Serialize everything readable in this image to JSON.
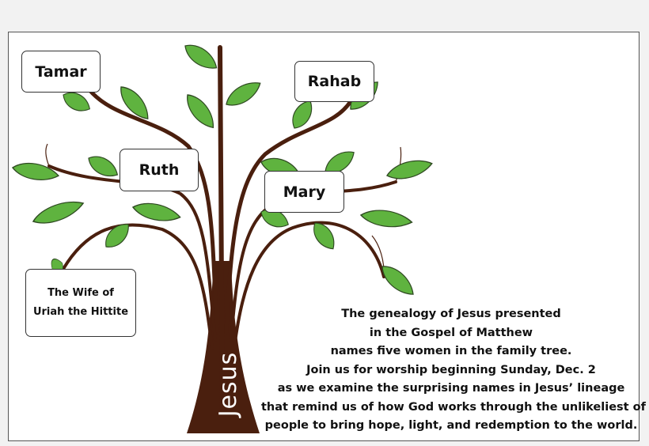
{
  "names": {
    "tamar": "Tamar",
    "rahab": "Rahab",
    "ruth": "Ruth",
    "mary": "Mary",
    "wife_line1": "The Wife of",
    "wife_line2": "Uriah the Hittite"
  },
  "trunk_label": "Jesus",
  "caption": [
    "The genealogy of Jesus presented",
    "in the Gospel of Matthew",
    "names five women in the family tree.",
    "Join us for worship beginning Sunday, Dec. 2",
    "as we examine the surprising names in Jesus’ lineage",
    "that remind us of how God works through the unlikeliest of",
    "people to bring hope, light, and redemption to the world."
  ],
  "colors": {
    "trunk": "#4a1f0e",
    "leaf": "#5fb33f",
    "leaf_outline": "#2f4a22"
  }
}
